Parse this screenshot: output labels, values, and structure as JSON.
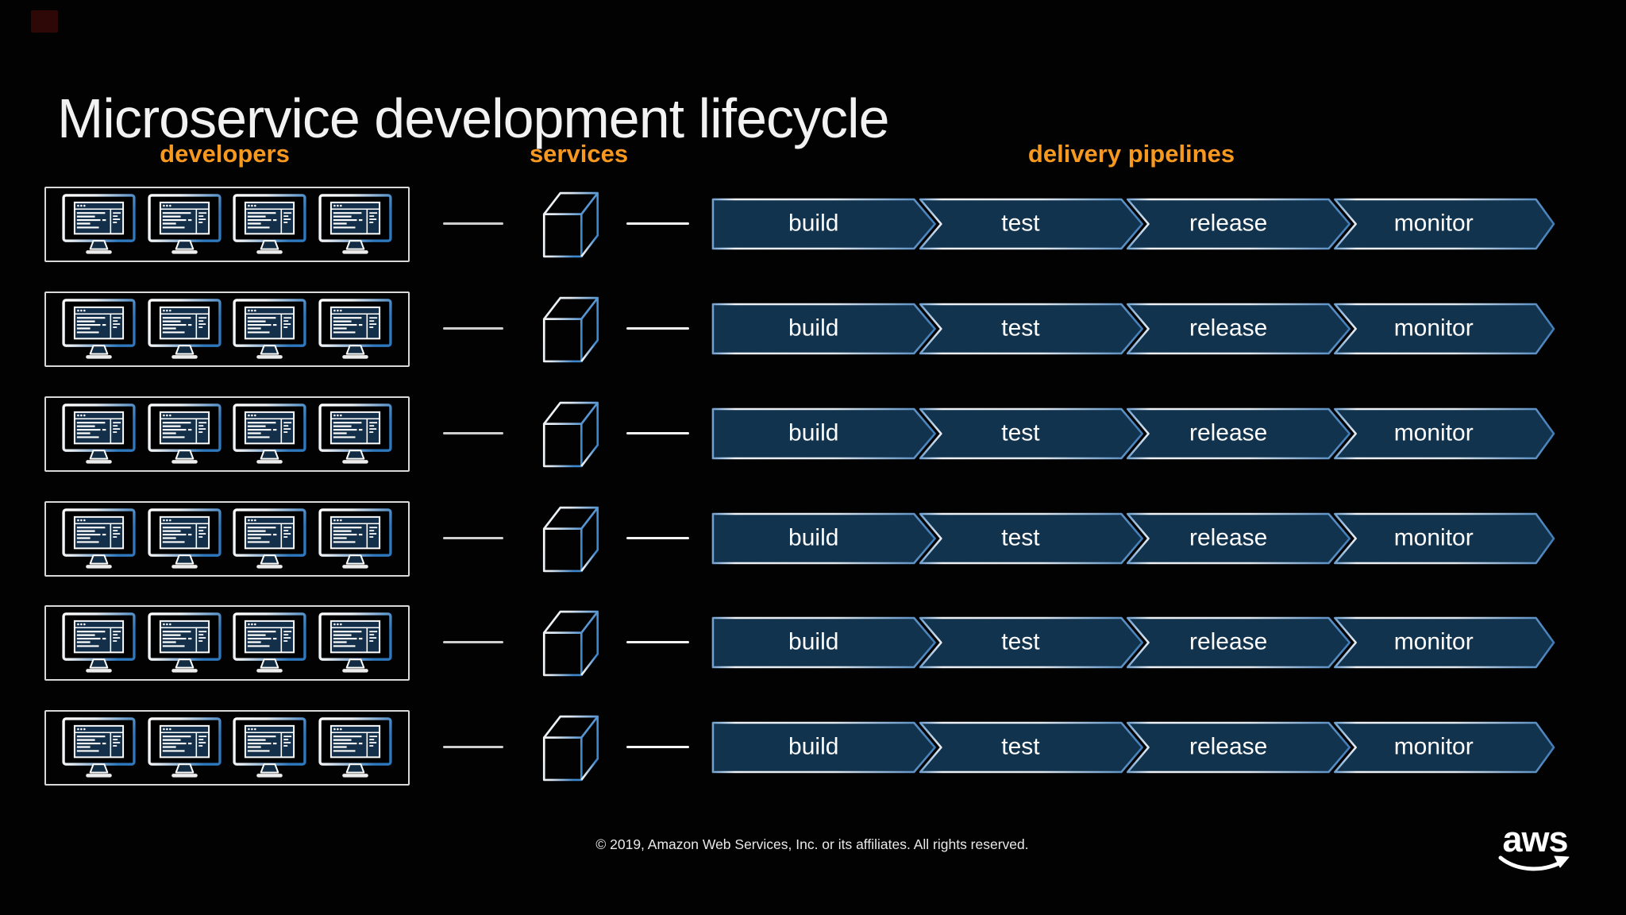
{
  "slide": {
    "title": "Microservice development lifecycle",
    "footer": "© 2019, Amazon Web Services, Inc. or its affiliates. All rights reserved.",
    "brand": "aws"
  },
  "columns": [
    {
      "id": "developers",
      "label": "developers"
    },
    {
      "id": "services",
      "label": "services"
    },
    {
      "id": "pipelines",
      "label": "delivery pipelines"
    }
  ],
  "rows": [
    {
      "stages": [
        "build",
        "test",
        "release",
        "monitor"
      ]
    },
    {
      "stages": [
        "build",
        "test",
        "release",
        "monitor"
      ]
    },
    {
      "stages": [
        "build",
        "test",
        "release",
        "monitor"
      ]
    },
    {
      "stages": [
        "build",
        "test",
        "release",
        "monitor"
      ]
    },
    {
      "stages": [
        "build",
        "test",
        "release",
        "monitor"
      ]
    },
    {
      "stages": [
        "build",
        "test",
        "release",
        "monitor"
      ]
    }
  ],
  "icons": {
    "developer": "developer-workstation-monitor-icon",
    "service": "service-cube-icon",
    "brand": "aws-smile-arrow-icon"
  },
  "colors": {
    "background": "#020202",
    "accent_orange": "#F7981F",
    "pipeline_fill": "#12334D",
    "pipeline_edge_blue": "#3E7CB9",
    "pipeline_edge_silver": "#E9EDF1",
    "icon_blue": "#2E78BE",
    "window_navy": "#142F49",
    "text_white": "#F2F2F2"
  },
  "layout_values": {
    "row_count": 6
  }
}
